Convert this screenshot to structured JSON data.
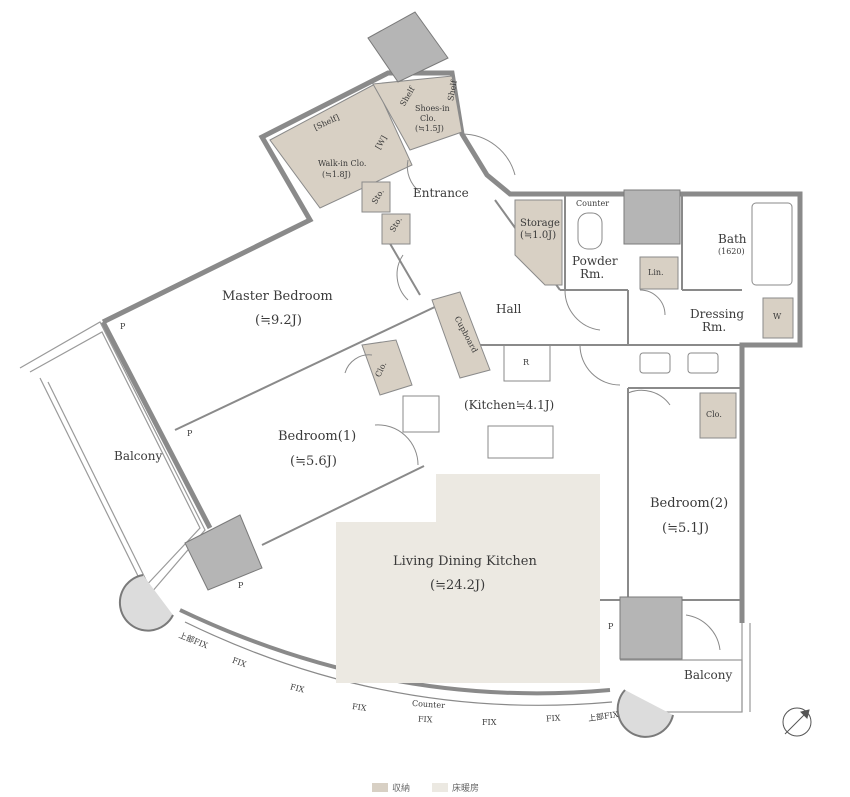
{
  "rooms": {
    "master_bedroom": {
      "name": "Master Bedroom",
      "area": "(≒9.2J)"
    },
    "bedroom1": {
      "name": "Bedroom(1)",
      "area": "(≒5.6J)"
    },
    "bedroom2": {
      "name": "Bedroom(2)",
      "area": "(≒5.1J)"
    },
    "ldk": {
      "name": "Living Dining Kitchen",
      "area": "(≒24.2J)"
    },
    "kitchen": {
      "label": "(Kitchen≒4.1J)"
    },
    "hall": {
      "name": "Hall"
    },
    "entrance": {
      "name": "Entrance"
    },
    "storage": {
      "name": "Storage",
      "area": "(≒1.0J)"
    },
    "powder": {
      "name": "Powder",
      "sub": "Rm."
    },
    "bath": {
      "name": "Bath",
      "size": "(1620)"
    },
    "dressing": {
      "name": "Dressing",
      "sub": "Rm."
    },
    "walkin": {
      "name": "Walk-in Clo.",
      "area": "(≒1.8J)"
    },
    "shoes": {
      "name": "Shoes-in",
      "sub": "Clo.",
      "area": "(≒1.5J)"
    },
    "balcony_left": {
      "name": "Balcony"
    },
    "balcony_right": {
      "name": "Balcony"
    }
  },
  "tags": {
    "shelf": "Shelf",
    "shelf_bracket": "[Shelf]",
    "w_bracket": "[W]",
    "sto": "Sto.",
    "counter": "Counter",
    "lin": "Lin.",
    "w": "W",
    "clo": "Clo.",
    "cupboard": "Cupboard",
    "r": "R",
    "p": "P",
    "fix": "FIX",
    "upper_fix": "上部FIX"
  },
  "legend": {
    "storage_label": "収納",
    "floor_label": "床暖房",
    "storage_color": "#d8d0c4",
    "floor_color": "#ece9e2"
  },
  "colors": {
    "wall": "#8a8a8a",
    "storage": "#d8d0c4",
    "floorheat": "#ece9e2",
    "shaft": "#b5b5b5",
    "line": "#666666"
  }
}
